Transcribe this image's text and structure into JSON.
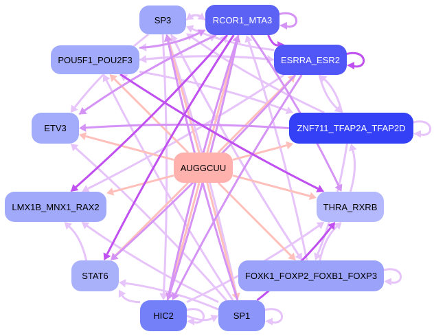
{
  "diagram": {
    "type": "network",
    "edge_colors": {
      "mirna": "#ffc0bb",
      "strong": "#c050f0",
      "medium": "#d493f5",
      "light": "#e6c4fa"
    },
    "nodes": [
      {
        "id": "SP3",
        "label": "SP3",
        "fill": "#9fa8fb",
        "text_color": "#000000"
      },
      {
        "id": "RCOR1_MTA3",
        "label": "RCOR1_MTA3",
        "fill": "#5c63f4",
        "text_color": "#ffffff"
      },
      {
        "id": "POU5F1_POU2F3",
        "label": "POU5F1_POU2F3",
        "fill": "#a2aafb",
        "text_color": "#000000"
      },
      {
        "id": "ESRRA_ESR2",
        "label": "ESRRA_ESR2",
        "fill": "#5157f6",
        "text_color": "#ffffff"
      },
      {
        "id": "ETV3",
        "label": "ETV3",
        "fill": "#a3abfb",
        "text_color": "#000000"
      },
      {
        "id": "ZNF711_TFAP2A_TFAP2D",
        "label": "ZNF711_TFAP2A_TFAP2D",
        "fill": "#3340f5",
        "text_color": "#ffffff"
      },
      {
        "id": "AUGGCUU",
        "label": "AUGGCUU",
        "fill": "#ffb1ae",
        "text_color": "#000000"
      },
      {
        "id": "LMX1B_MNX1_RAX2",
        "label": "LMX1B_MNX1_RAX2",
        "fill": "#a1a9fb",
        "text_color": "#000000"
      },
      {
        "id": "THRA_RXRB",
        "label": "THRA_RXRB",
        "fill": "#b3b9fc",
        "text_color": "#000000"
      },
      {
        "id": "STAT6",
        "label": "STAT6",
        "fill": "#aab1fb",
        "text_color": "#000000"
      },
      {
        "id": "FOXK1_FOXP2_FOXB1_FOXP3",
        "label": "FOXK1_FOXP2_FOXB1_FOXP3",
        "fill": "#9aa2fa",
        "text_color": "#000000"
      },
      {
        "id": "HIC2",
        "label": "HIC2",
        "fill": "#7480f7",
        "text_color": "#000000"
      },
      {
        "id": "SP1",
        "label": "SP1",
        "fill": "#8c95f9",
        "text_color": "#000000"
      }
    ],
    "edges": [
      {
        "from": "AUGGCUU",
        "to": "SP3",
        "kind": "mirna"
      },
      {
        "from": "AUGGCUU",
        "to": "RCOR1_MTA3",
        "kind": "mirna"
      },
      {
        "from": "AUGGCUU",
        "to": "POU5F1_POU2F3",
        "kind": "mirna"
      },
      {
        "from": "AUGGCUU",
        "to": "ESRRA_ESR2",
        "kind": "mirna"
      },
      {
        "from": "AUGGCUU",
        "to": "ETV3",
        "kind": "mirna"
      },
      {
        "from": "AUGGCUU",
        "to": "ZNF711_TFAP2A_TFAP2D",
        "kind": "mirna"
      },
      {
        "from": "AUGGCUU",
        "to": "LMX1B_MNX1_RAX2",
        "kind": "mirna"
      },
      {
        "from": "AUGGCUU",
        "to": "THRA_RXRB",
        "kind": "mirna"
      },
      {
        "from": "AUGGCUU",
        "to": "STAT6",
        "kind": "mirna"
      },
      {
        "from": "AUGGCUU",
        "to": "FOXK1_FOXP2_FOXB1_FOXP3",
        "kind": "mirna"
      },
      {
        "from": "AUGGCUU",
        "to": "HIC2",
        "kind": "mirna"
      },
      {
        "from": "AUGGCUU",
        "to": "SP1",
        "kind": "mirna"
      },
      {
        "from": "RCOR1_MTA3",
        "to": "RCOR1_MTA3",
        "kind": "medium"
      },
      {
        "from": "ESRRA_ESR2",
        "to": "ESRRA_ESR2",
        "kind": "strong"
      },
      {
        "from": "ZNF711_TFAP2A_TFAP2D",
        "to": "ZNF711_TFAP2A_TFAP2D",
        "kind": "light"
      },
      {
        "from": "FOXK1_FOXP2_FOXB1_FOXP3",
        "to": "FOXK1_FOXP2_FOXB1_FOXP3",
        "kind": "light"
      },
      {
        "from": "HIC2",
        "to": "HIC2",
        "kind": "light"
      },
      {
        "from": "SP1",
        "to": "SP1",
        "kind": "light"
      },
      {
        "from": "SP3",
        "to": "RCOR1_MTA3",
        "kind": "light"
      },
      {
        "from": "RCOR1_MTA3",
        "to": "SP3",
        "kind": "light"
      },
      {
        "from": "RCOR1_MTA3",
        "to": "POU5F1_POU2F3",
        "kind": "light"
      },
      {
        "from": "RCOR1_MTA3",
        "to": "ESRRA_ESR2",
        "kind": "strong"
      },
      {
        "from": "RCOR1_MTA3",
        "to": "LMX1B_MNX1_RAX2",
        "kind": "strong"
      },
      {
        "from": "RCOR1_MTA3",
        "to": "STAT6",
        "kind": "strong"
      },
      {
        "from": "RCOR1_MTA3",
        "to": "HIC2",
        "kind": "medium"
      },
      {
        "from": "RCOR1_MTA3",
        "to": "ETV3",
        "kind": "medium"
      },
      {
        "from": "RCOR1_MTA3",
        "to": "THRA_RXRB",
        "kind": "medium"
      },
      {
        "from": "ESRRA_ESR2",
        "to": "POU5F1_POU2F3",
        "kind": "light"
      },
      {
        "from": "ESRRA_ESR2",
        "to": "SP3",
        "kind": "light"
      },
      {
        "from": "ESRRA_ESR2",
        "to": "ZNF711_TFAP2A_TFAP2D",
        "kind": "light"
      },
      {
        "from": "ESRRA_ESR2",
        "to": "STAT6",
        "kind": "medium"
      },
      {
        "from": "ESRRA_ESR2",
        "to": "HIC2",
        "kind": "medium"
      },
      {
        "from": "ESRRA_ESR2",
        "to": "LMX1B_MNX1_RAX2",
        "kind": "light"
      },
      {
        "from": "ZNF711_TFAP2A_TFAP2D",
        "to": "ETV3",
        "kind": "medium"
      },
      {
        "from": "ZNF711_TFAP2A_TFAP2D",
        "to": "SP3",
        "kind": "light"
      },
      {
        "from": "ZNF711_TFAP2A_TFAP2D",
        "to": "ESRRA_ESR2",
        "kind": "light"
      },
      {
        "from": "ZNF711_TFAP2A_TFAP2D",
        "to": "FOXK1_FOXP2_FOXB1_FOXP3",
        "kind": "light"
      },
      {
        "from": "POU5F1_POU2F3",
        "to": "THRA_RXRB",
        "kind": "strong"
      },
      {
        "from": "POU5F1_POU2F3",
        "to": "ZNF711_TFAP2A_TFAP2D",
        "kind": "light"
      },
      {
        "from": "SP3",
        "to": "ETV3",
        "kind": "light"
      },
      {
        "from": "SP3",
        "to": "SP1",
        "kind": "light"
      },
      {
        "from": "SP3",
        "to": "FOXK1_FOXP2_FOXB1_FOXP3",
        "kind": "light"
      },
      {
        "from": "SP3",
        "to": "HIC2",
        "kind": "light"
      },
      {
        "from": "SP1",
        "to": "THRA_RXRB",
        "kind": "strong"
      },
      {
        "from": "SP1",
        "to": "SP3",
        "kind": "medium"
      },
      {
        "from": "SP1",
        "to": "STAT6",
        "kind": "light"
      },
      {
        "from": "SP1",
        "to": "LMX1B_MNX1_RAX2",
        "kind": "light"
      },
      {
        "from": "SP1",
        "to": "ETV3",
        "kind": "light"
      },
      {
        "from": "SP1",
        "to": "POU5F1_POU2F3",
        "kind": "light"
      },
      {
        "from": "HIC2",
        "to": "SP1",
        "kind": "light"
      },
      {
        "from": "HIC2",
        "to": "STAT6",
        "kind": "light"
      },
      {
        "from": "HIC2",
        "to": "THRA_RXRB",
        "kind": "light"
      },
      {
        "from": "HIC2",
        "to": "RCOR1_MTA3",
        "kind": "medium"
      },
      {
        "from": "STAT6",
        "to": "LMX1B_MNX1_RAX2",
        "kind": "light"
      },
      {
        "from": "FOXK1_FOXP2_FOXB1_FOXP3",
        "to": "THRA_RXRB",
        "kind": "light"
      },
      {
        "from": "FOXK1_FOXP2_FOXB1_FOXP3",
        "to": "RCOR1_MTA3",
        "kind": "light"
      },
      {
        "from": "FOXK1_FOXP2_FOXB1_FOXP3",
        "to": "SP3",
        "kind": "light"
      },
      {
        "from": "THRA_RXRB",
        "to": "ZNF711_TFAP2A_TFAP2D",
        "kind": "light"
      },
      {
        "from": "THRA_RXRB",
        "to": "POU5F1_POU2F3",
        "kind": "light"
      },
      {
        "from": "LMX1B_MNX1_RAX2",
        "to": "RCOR1_MTA3",
        "kind": "light"
      },
      {
        "from": "ETV3",
        "to": "RCOR1_MTA3",
        "kind": "light"
      },
      {
        "from": "POU5F1_POU2F3",
        "to": "RCOR1_MTA3",
        "kind": "medium"
      },
      {
        "from": "POU5F1_POU2F3",
        "to": "ESRRA_ESR2",
        "kind": "light"
      }
    ]
  }
}
